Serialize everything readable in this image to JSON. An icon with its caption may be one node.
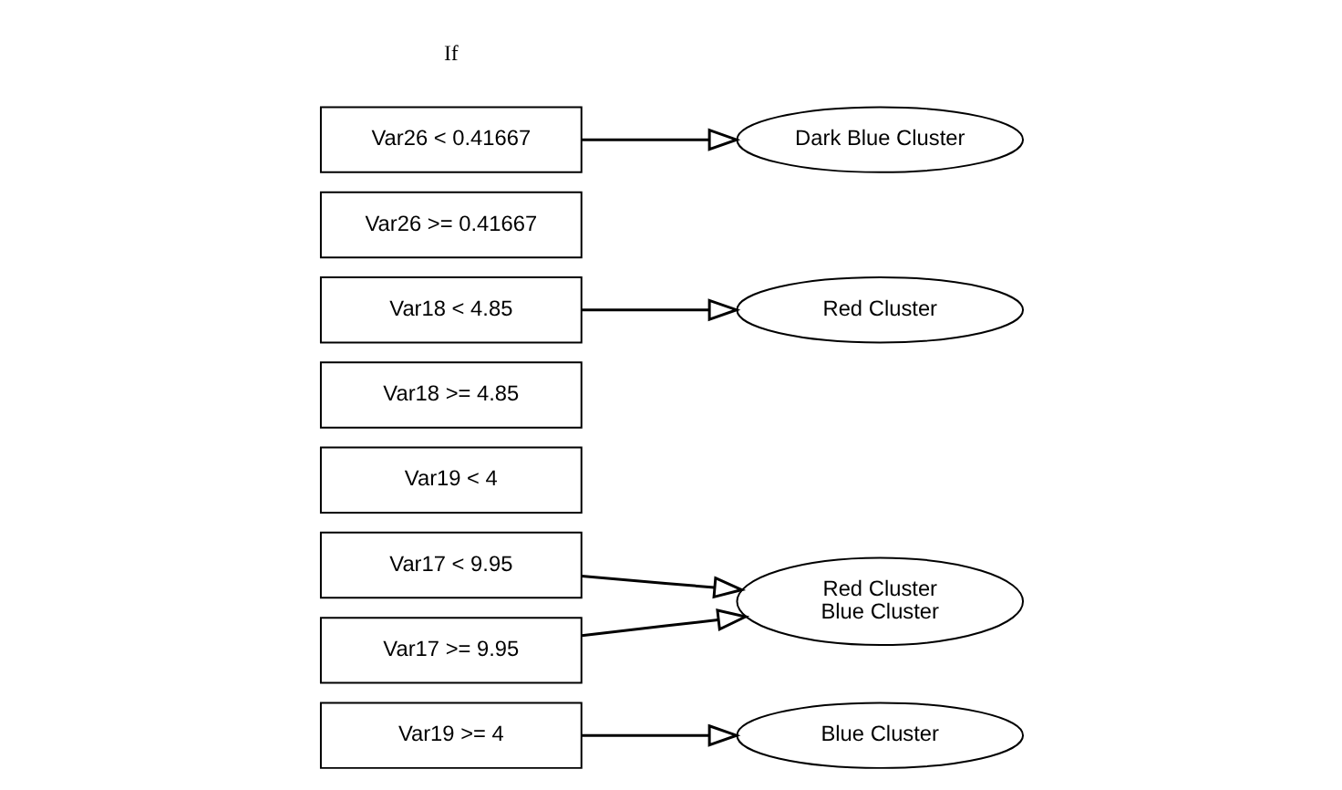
{
  "diagram": {
    "nodes": [
      {
        "text": [
          "Var26 < 0.41667"
        ]
      },
      {
        "text": [
          "Dark Blue Cluster"
        ]
      },
      {
        "text": [
          "Var26 >= 0.41667"
        ]
      },
      {
        "text": [
          "Var18 < 4.85"
        ]
      },
      {
        "text": [
          "Red Cluster"
        ]
      },
      {
        "text": [
          "Var18 >= 4.85"
        ]
      },
      {
        "text": [
          "Var19 < 4"
        ]
      },
      {
        "text": [
          "Var17 < 9.95"
        ]
      },
      {
        "text": [
          "Red Cluster",
          "Blue Cluster"
        ]
      },
      {
        "text": [
          "Var17 >= 9.95"
        ]
      },
      {
        "text": [
          "Var19 >= 4"
        ]
      },
      {
        "text": [
          "Blue Cluster"
        ]
      }
    ],
    "edges": [
      {
        "from": 0,
        "to": 1,
        "arrow": "to"
      },
      {
        "from": 3,
        "to": 4,
        "arrow": "to"
      },
      {
        "from": 7,
        "to": 8,
        "arrow": "to"
      },
      {
        "from": 9,
        "to": 8,
        "arrow": "to"
      },
      {
        "from": 10,
        "to": 11,
        "arrow": "to"
      }
    ],
    "labels": [
      "If"
    ]
  }
}
